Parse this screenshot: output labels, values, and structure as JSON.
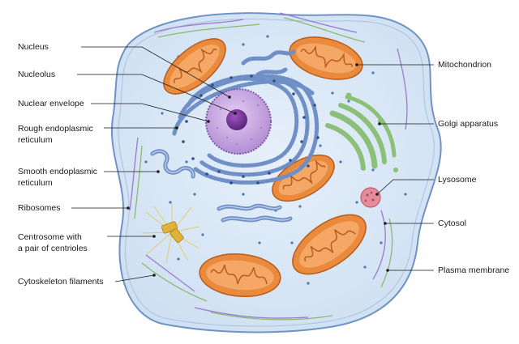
{
  "labels": {
    "nucleus": "Nucleus",
    "nucleolus": "Nucleolus",
    "nuclear_envelope": "Nuclear envelope",
    "rough_er": "Rough endoplasmic\nreticulum",
    "smooth_er": "Smooth endoplasmic\nreticulum",
    "ribosomes": "Ribosomes",
    "centrosome": "Centrosome with\na pair of centrioles",
    "cytoskeleton": "Cytoskeleton filaments",
    "mitochondrion": "Mitochondrion",
    "golgi": "Golgi apparatus",
    "lysosome": "Lysosome",
    "cytosol": "Cytosol",
    "plasma_membrane": "Plasma membrane"
  },
  "colors": {
    "cytosol_fill": "#dbe9f6",
    "membrane": "#6f93c6",
    "nucleus": "#c8a9e0",
    "nucleolus": "#6d2f8a",
    "er": "#6f8fc6",
    "mitochondria": "#e98a3c",
    "golgi": "#7fb26a",
    "lysosome": "#e48c99",
    "centrioles": "#e0b23a"
  }
}
